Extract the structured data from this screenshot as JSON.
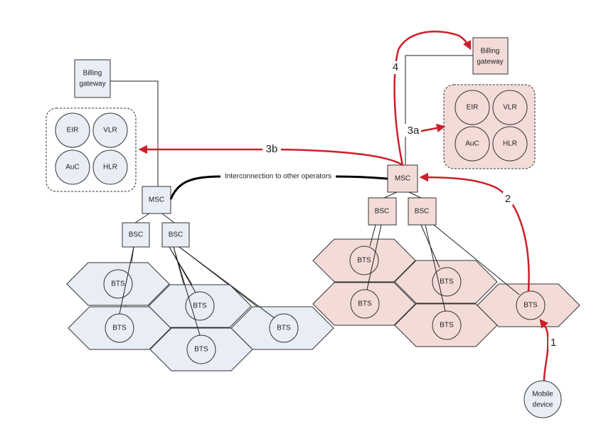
{
  "labels": {
    "billing_left": [
      "Billing",
      "gateway"
    ],
    "billing_right": [
      "Billing",
      "gateway"
    ],
    "msc": "MSC",
    "bsc": "BSC",
    "bts": "BTS",
    "eir": "EIR",
    "vlr": "VLR",
    "auc": "AuC",
    "hlr": "HLR",
    "interconnect": "Interconnection to other operators",
    "mobile": [
      "Mobile",
      "device"
    ]
  },
  "steps": {
    "s1": "1",
    "s2": "2",
    "s3a": "3a",
    "s3b": "3b",
    "s4": "4"
  },
  "colors": {
    "home_network_fill": "#e8edf6",
    "visited_network_fill": "#f3dcd7",
    "signal_arrow": "#cc1f2b",
    "interconnect_line": "#000000"
  }
}
